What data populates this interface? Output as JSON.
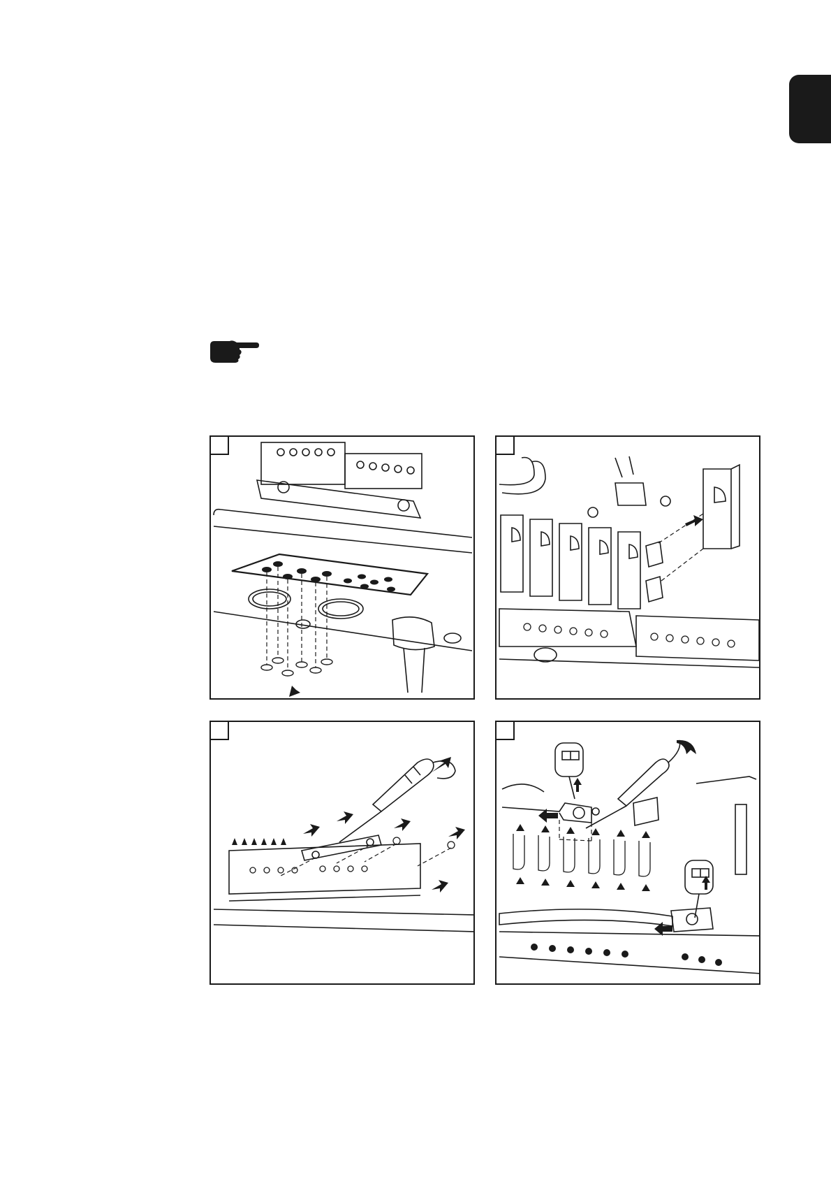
{
  "page": {
    "language_tab": "language-marker-tab",
    "note_icon": "pointing-hand-icon",
    "colors": {
      "ink": "#1a1a1a",
      "paper": "#ffffff",
      "tab": "#1a1a1a",
      "gray": "#9a9a9a"
    }
  },
  "illustrations": [
    {
      "id": "step-1",
      "icon": "knockout-plate-removal-illustration"
    },
    {
      "id": "step-2",
      "icon": "fuse-holder-insertion-illustration"
    },
    {
      "id": "step-3",
      "icon": "screwdriver-fastening-illustration"
    },
    {
      "id": "step-4",
      "icon": "cable-clamp-illustration"
    }
  ]
}
